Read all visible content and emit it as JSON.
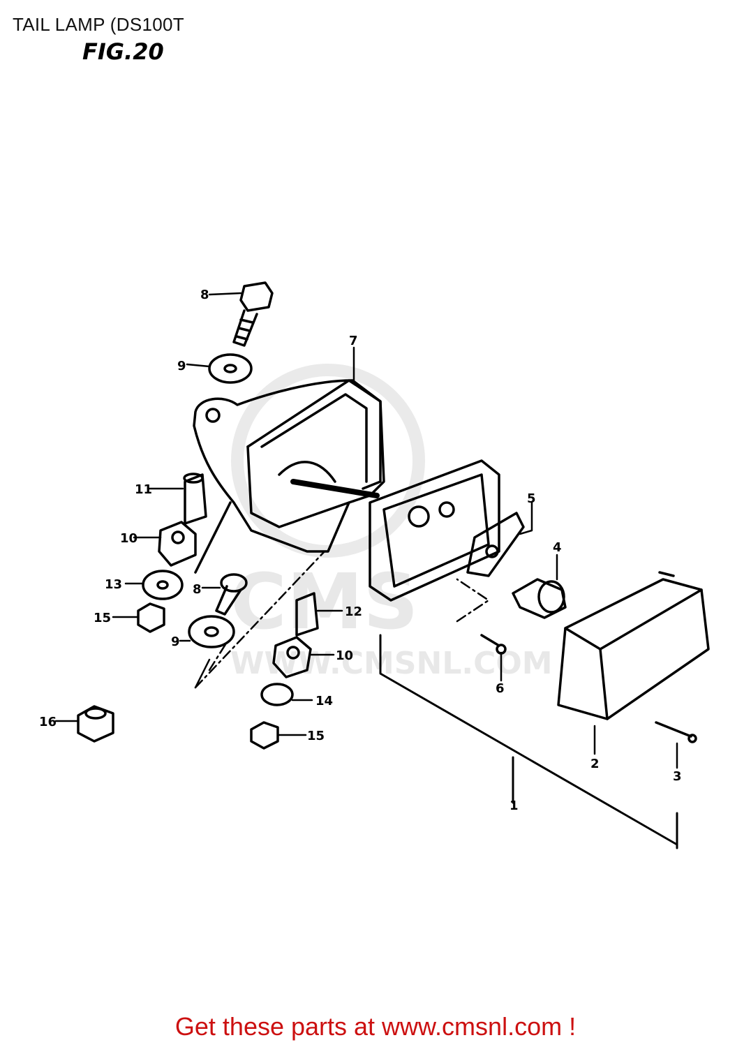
{
  "header": {
    "title": "TAIL LAMP (DS100T",
    "figure_label": "FIG.20"
  },
  "watermark": {
    "logo_text": "CMS",
    "url_text": "WWW.CMSNL.COM"
  },
  "callouts": [
    "1",
    "2",
    "3",
    "4",
    "5",
    "6",
    "7",
    "8",
    "8",
    "9",
    "9",
    "10",
    "10",
    "11",
    "12",
    "13",
    "14",
    "15",
    "15",
    "16"
  ],
  "footer": {
    "link_text": "Get these parts at www.cmsnl.com !",
    "color": "#cc1010"
  }
}
